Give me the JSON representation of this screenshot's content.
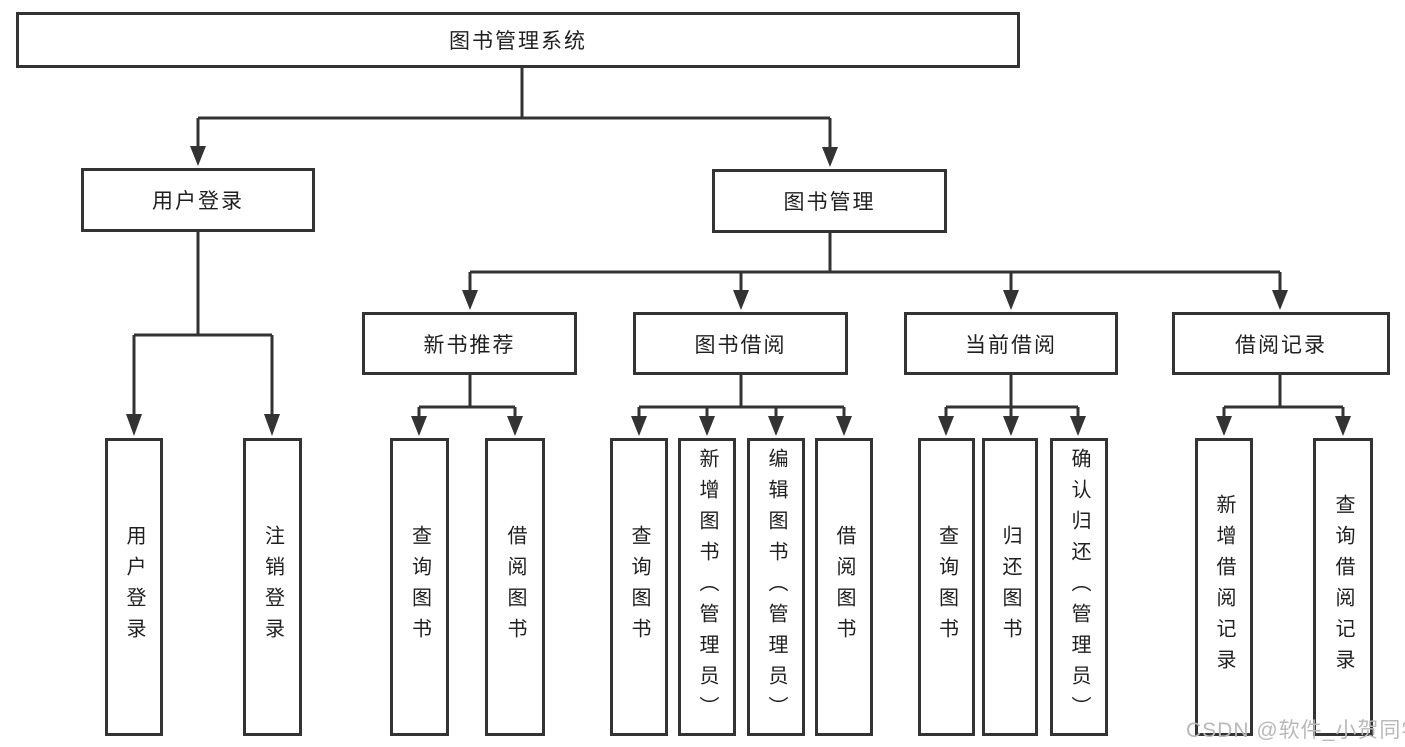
{
  "diagram": {
    "title": "图书管理系统",
    "branches": {
      "user_login": "用户登录",
      "book_mgmt": "图书管理"
    },
    "sections": {
      "new_book_rec": "新书推荐",
      "book_borrow": "图书借阅",
      "current_borrow": "当前借阅",
      "borrow_record": "借阅记录"
    },
    "leaves": {
      "user_login": "用户登录",
      "logout": "注销登录",
      "rec_search": "查询图书",
      "rec_borrow": "借阅图书",
      "bb_search": "查询图书",
      "bb_add": "新增图书（管理员）",
      "bb_edit": "编辑图书（管理员）",
      "bb_borrow": "借阅图书",
      "cb_search": "查询图书",
      "cb_return": "归还图书",
      "cb_confirm": "确认归还（管理员）",
      "br_add": "新增借阅记录",
      "br_search": "查询借阅记录"
    }
  },
  "watermark": "CSDN @软件_小贺同学",
  "colors": {
    "line": "#333333",
    "text": "#1f1f1f",
    "background": "#ffffff",
    "watermark": "#b9b9b9"
  }
}
